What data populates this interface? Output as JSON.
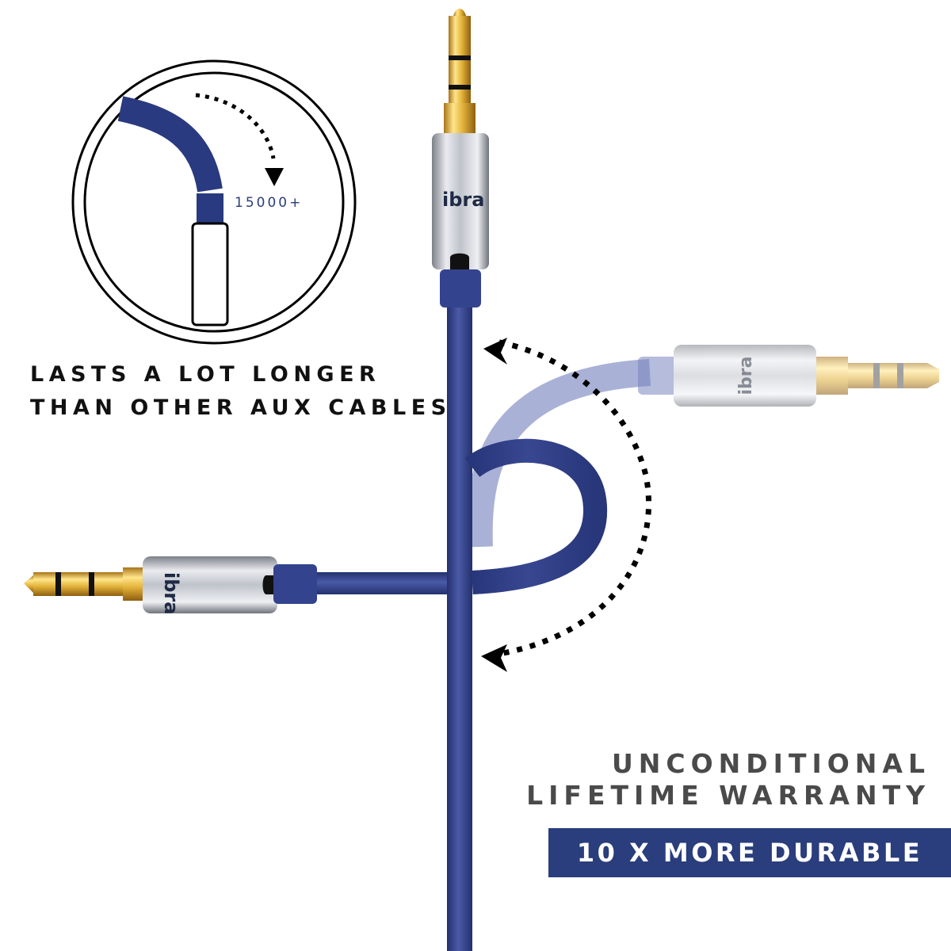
{
  "inset": {
    "label": "15000+",
    "caption_lines": [
      "LASTS A LOT LONGER",
      "THAN OTHER AUX CABLES"
    ]
  },
  "product": {
    "brand": "ibra",
    "plugs": [
      "top-plug",
      "right-plug-faded",
      "left-plug"
    ]
  },
  "warranty": {
    "lines": [
      "UNCONDITIONAL",
      "LIFETIME WARRANTY"
    ]
  },
  "banner": {
    "label": "10 X MORE DURABLE"
  },
  "colors": {
    "cable": "#2f3f8a",
    "cable_faded": "#8d97c4",
    "banner": "#2a3d7c",
    "gold": "#e2b23a",
    "chrome": "#c9ccd2",
    "text_dark": "#111111",
    "text_gray": "#4a4a4a"
  }
}
